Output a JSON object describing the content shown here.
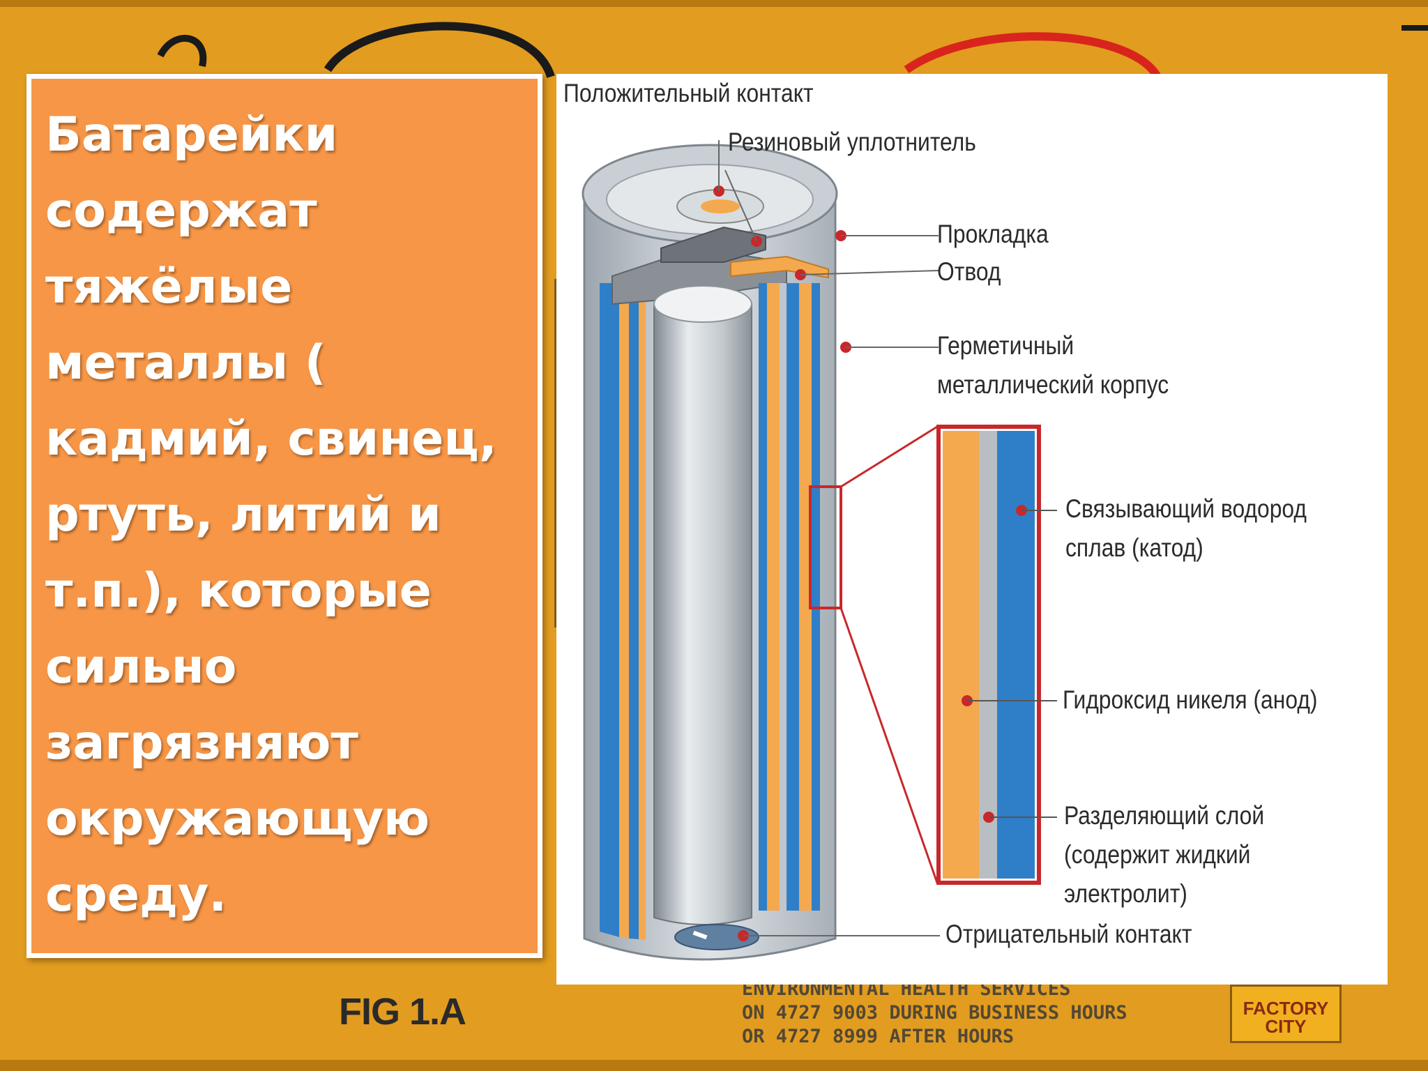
{
  "slide": {
    "body_text": "Батарейки содержат тяжёлые металлы ( кадмий, свинец, ртуть, литий и т.п.), которые сильно загрязняют окружающую среду."
  },
  "background": {
    "fig_label": "FIG 1.A",
    "footer_lines": [
      "ENVIRONMENTAL HEALTH SERVICES",
      "ON 4727 9003 DURING BUSINESS HOURS",
      "OR 4727 8999 AFTER HOURS"
    ],
    "badge_lines": [
      "FACTORY",
      "CITY"
    ]
  },
  "diagram": {
    "labels": {
      "positive_contact": "Положительный контакт",
      "rubber_seal": "Резиновый уплотнитель",
      "gasket": "Прокладка",
      "lead": "Отвод",
      "sealed_case_line1": "Герметичный",
      "sealed_case_line2": "металлический корпус",
      "cathod_line1": "Связывающий водород",
      "cathod_line2": "сплав (катод)",
      "anode": "Гидроксид никеля (анод)",
      "separator_line1": "Разделяющий слой",
      "separator_line2": "(содержит жидкий",
      "separator_line3": "электролит)",
      "negative_contact": "Отрицательный контакт"
    }
  },
  "colors": {
    "background": "#e29c1f",
    "text_panel": "#f79646",
    "electrode_blue": "#2f7fc8",
    "electrode_orange": "#f4a94e",
    "callout_red": "#c8282a"
  }
}
